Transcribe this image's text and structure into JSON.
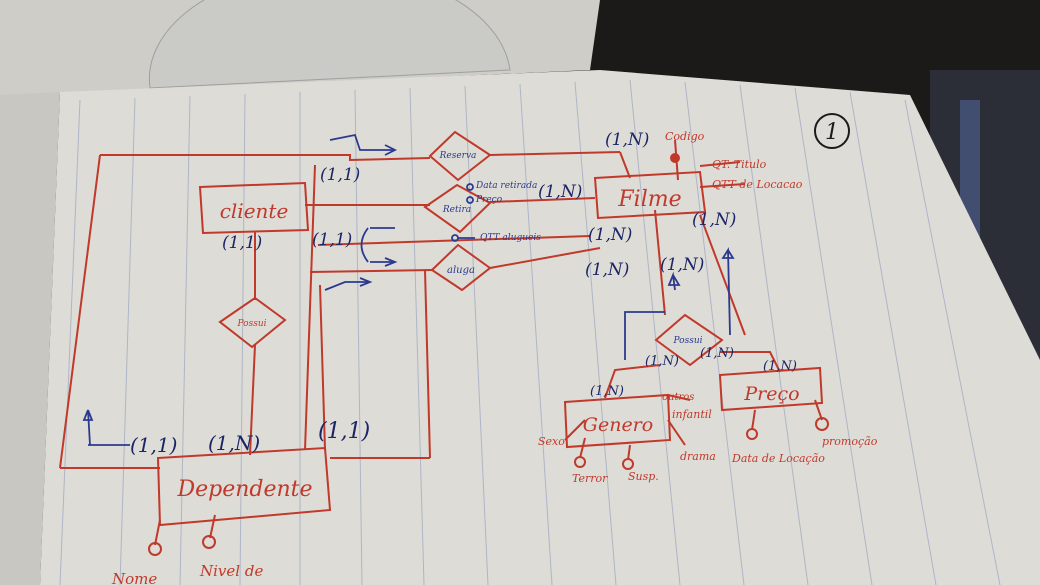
{
  "page_number": "1",
  "colors": {
    "ink_red": "#c0392b",
    "ink_blue": "#2b3a8f",
    "paper": "#dedcd6",
    "line": "#9ea9c4"
  },
  "entities": {
    "cliente": "cliente",
    "filme": "Filme",
    "dependente": "Dependente",
    "genero": "Genero",
    "preco": "Preço"
  },
  "relationships": {
    "reserva": "Reserva",
    "retira": "Retira",
    "aluga": "aluga",
    "possui_cliente": "Possui",
    "possui_filme": "Possui"
  },
  "attributes": {
    "codigo": "Codigo",
    "qtd_titulo": "QT. Titulo",
    "qtd_locacao": "QTT de Locacao",
    "data_retirada": "Data retirada",
    "preco_retira": "Preço",
    "qtd_alugueis": "QTT alugueis",
    "sexo": "Sexo",
    "outros": "outros",
    "infantil": "infantil",
    "terror": "Terror",
    "susp": "Susp.",
    "drama": "drama",
    "data_locacao": "Data de Locação",
    "promocao": "promoção",
    "nome": "Nome",
    "nivel": "Nivel de"
  },
  "cardinalities": {
    "reserva_filme": "(1,N)",
    "reserva_cliente": "(1,1)",
    "retira_filme": "(1,N)",
    "cliente_possui": "(1,1)",
    "aluga_cliente": "(1,1)",
    "aluga_filme_a": "(1,N)",
    "aluga_filme_b": "(1,N)",
    "filme_possui_a": "(1,N)",
    "filme_possui_b": "(1,N)",
    "possui_genero": "(1,N)",
    "possui_preco": "(1,N)",
    "genero_top": "(1,N)",
    "preco_top": "(1,N)",
    "dependente_left": "(1,1)",
    "dependente_mid": "(1,N)",
    "dependente_right": "(1,1)"
  }
}
